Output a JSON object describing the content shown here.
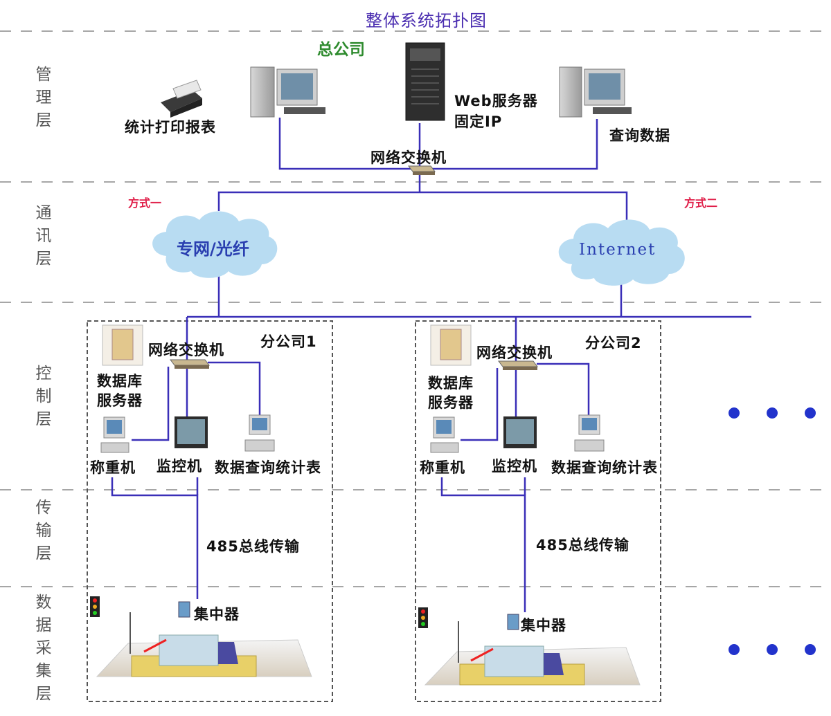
{
  "title": "整体系统拓扑图",
  "headquarters": "总公司",
  "layers": [
    "管\n理\n层",
    "通\n讯\n层",
    "控\n制\n层",
    "传\n输\n层",
    "数\n据\n采\n集\n层"
  ],
  "management": {
    "print_label": "统计打印报表",
    "web_server_line1": "Web服务器",
    "web_server_line2": "固定IP",
    "query_label": "查询数据",
    "switch_label": "网络交换机"
  },
  "communication": {
    "method1": "方式一",
    "method2": "方式二",
    "private_net": "专网/光纤",
    "internet": "Internet"
  },
  "branches": [
    {
      "name": "分公司1",
      "switch": "网络交换机",
      "db_line1": "数据库",
      "db_line2": "服务器",
      "weigh": "称重机",
      "monitor": "监控机",
      "query": "数据查询统计表",
      "bus": "485总线传输",
      "concentrator": "集中器"
    },
    {
      "name": "分公司2",
      "switch": "网络交换机",
      "db_line1": "数据库",
      "db_line2": "服务器",
      "weigh": "称重机",
      "monitor": "监控机",
      "query": "数据查询统计表",
      "bus": "485总线传输",
      "concentrator": "集中器"
    }
  ],
  "colors": {
    "line": "#3a2fb8",
    "cloud": "#b8dcf2",
    "dashed": "#888888",
    "dots": "#2233cc"
  }
}
